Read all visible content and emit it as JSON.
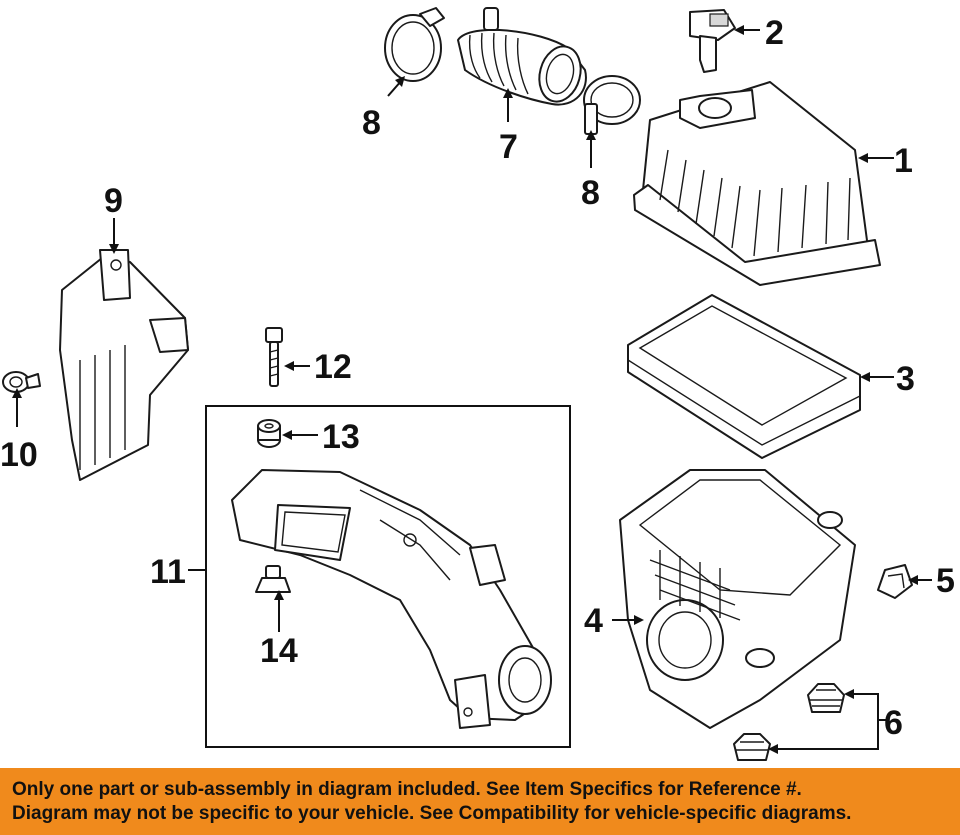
{
  "callouts": {
    "c1": "1",
    "c2": "2",
    "c3": "3",
    "c4": "4",
    "c5": "5",
    "c6": "6",
    "c7": "7",
    "c8a": "8",
    "c8b": "8",
    "c9": "9",
    "c10": "10",
    "c11": "11",
    "c12": "12",
    "c13": "13",
    "c14": "14"
  },
  "banner": {
    "line1": "Only one part or sub-assembly in diagram included. See Item Specifics for Reference #.",
    "line2": "Diagram may not be specific to your vehicle. See Compatibility for vehicle-specific diagrams."
  },
  "colors": {
    "banner": "#f08a1c",
    "ink": "#111111"
  }
}
